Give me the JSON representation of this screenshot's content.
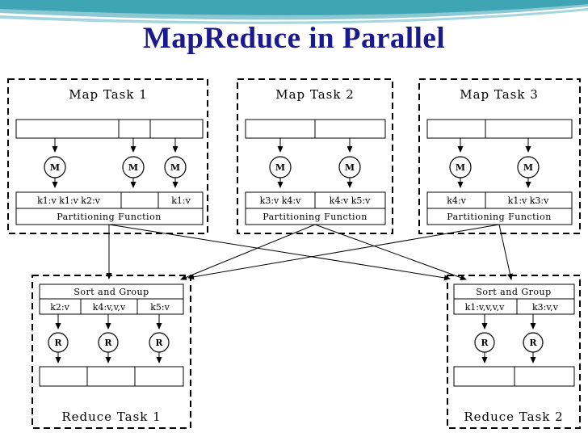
{
  "slide": {
    "title": "MapReduce in Parallel"
  },
  "labels": {
    "partitioning_function": "Partitioning Function",
    "sort_and_group": "Sort and Group",
    "mapper": "M",
    "reducer": "R"
  },
  "map_tasks": [
    {
      "label": "Map Task 1",
      "kv_cells": [
        "k1:v k1:v k2:v",
        "",
        "k1:v"
      ]
    },
    {
      "label": "Map Task 2",
      "kv_cells": [
        "k3:v k4:v",
        "k4:v k5:v"
      ]
    },
    {
      "label": "Map Task 3",
      "kv_cells": [
        "k4:v",
        "k1:v k3:v"
      ]
    }
  ],
  "reduce_tasks": [
    {
      "label": "Reduce Task 1",
      "kv_cells": [
        "k2:v",
        "k4:v,v,v",
        "k5:v"
      ]
    },
    {
      "label": "Reduce Task 2",
      "kv_cells": [
        "k1:v,v,v,v",
        "k3:v,v"
      ]
    }
  ]
}
